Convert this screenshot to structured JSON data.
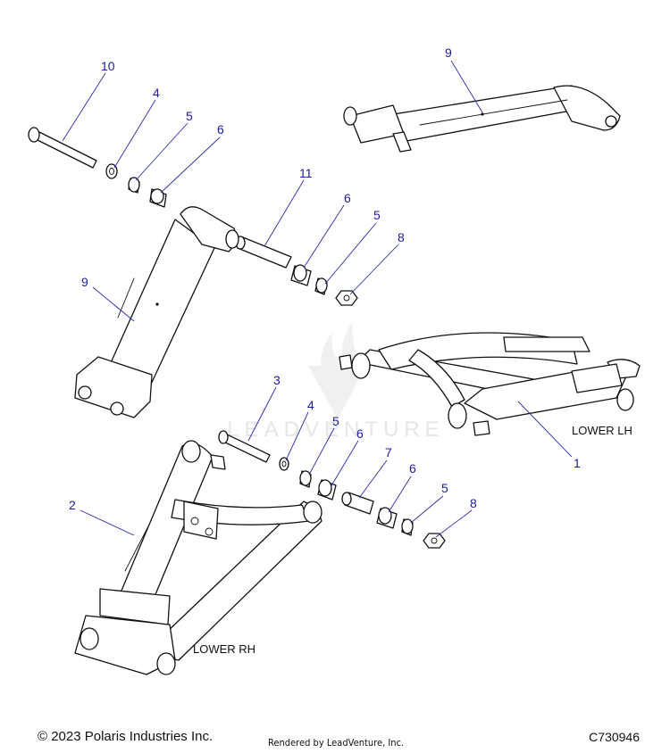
{
  "diagram": {
    "callouts": [
      "10",
      "4",
      "5",
      "6",
      "9",
      "11",
      "6",
      "5",
      "8",
      "9",
      "3",
      "4",
      "5",
      "6",
      "7",
      "6",
      "5",
      "8",
      "2",
      "1"
    ],
    "labels": {
      "lower_lh": "LOWER LH",
      "lower_rh": "LOWER RH"
    },
    "watermark": "LEADVENTURE"
  },
  "footer": {
    "copyright": "© 2023 Polaris Industries Inc.",
    "rendered_by": "Rendered by LeadVenture, Inc.",
    "code": "C730946"
  },
  "colors": {
    "callout": "#1a1aa8",
    "line_art": "#111111",
    "watermark": "#e6e6e6"
  }
}
